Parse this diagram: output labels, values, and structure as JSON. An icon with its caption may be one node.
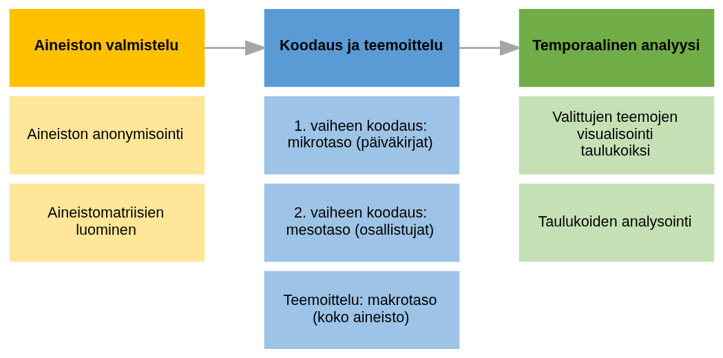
{
  "diagram": {
    "nodes": [
      {
        "text": [
          "Aineiston valmistelu"
        ]
      },
      {
        "text": [
          "Aineiston anonymisointi"
        ]
      },
      {
        "text": [
          "Aineistomatriisien luominen"
        ]
      },
      {
        "text": [
          "Koodaus ja teemoittelu"
        ]
      },
      {
        "text": [
          "1. vaiheen koodaus: mikrotaso (päiväkirjat)"
        ]
      },
      {
        "text": [
          "2. vaiheen koodaus: mesotaso (osallistujat)"
        ]
      },
      {
        "text": [
          "Teemoittelu: makrotaso (koko aineisto)"
        ]
      },
      {
        "text": [
          "Temporaalinen analyysi"
        ]
      },
      {
        "text": [
          "Valittujen teemojen visualisointi taulukoiksi"
        ]
      },
      {
        "text": [
          "Taulukoiden analysointi"
        ]
      }
    ],
    "edges": [
      {
        "from": 0,
        "to": 3,
        "arrow": "to"
      },
      {
        "from": 3,
        "to": 7,
        "arrow": "to"
      }
    ]
  }
}
